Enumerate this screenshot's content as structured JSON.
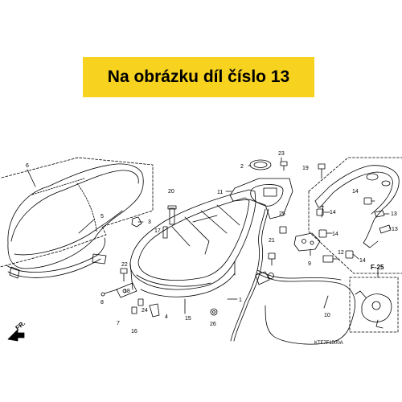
{
  "banner": {
    "text": "Na obrázku díl číslo 13",
    "color": "#f7d21e"
  },
  "diagram": {
    "ref_code": "F-25",
    "figure_code": "KTF7F1500A",
    "front_marker": "FR.",
    "callouts": [
      "1",
      "2",
      "3",
      "4",
      "5",
      "6",
      "7",
      "8",
      "9",
      "10",
      "11",
      "12",
      "13",
      "13",
      "14",
      "14",
      "14",
      "14",
      "15",
      "16",
      "17",
      "18",
      "19",
      "20",
      "21",
      "22",
      "23",
      "24",
      "25",
      "26"
    ]
  }
}
